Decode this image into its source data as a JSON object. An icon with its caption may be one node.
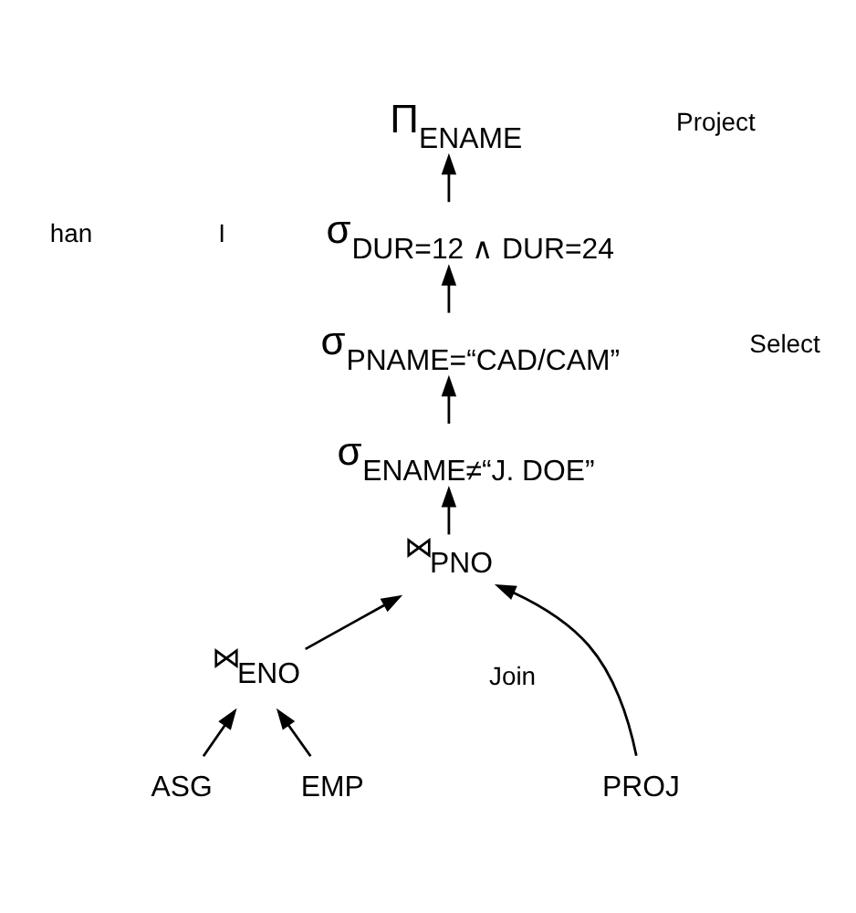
{
  "diagram": {
    "nodes": [
      {
        "text": [
          "Π$_{ENAME}$"
        ]
      },
      {
        "text": [
          "σ$_{DUR=12 ∧ DUR=24}$"
        ]
      },
      {
        "text": [
          "σ$_{PNAME=“CAD/CAM”}$"
        ]
      },
      {
        "text": [
          "σ$_{ENAME≠“J. DOE”}$"
        ]
      },
      {
        "text": [
          "$^{⋈}$PNO"
        ]
      },
      {
        "text": [
          "$^{⋈}$ENO"
        ]
      },
      {
        "text": [
          "PROJ"
        ]
      },
      {
        "text": [
          "ASG"
        ]
      },
      {
        "text": [
          "EMP"
        ]
      }
    ],
    "edges": [
      {
        "from": 1,
        "to": 0,
        "arrow": "to"
      },
      {
        "from": 2,
        "to": 1,
        "arrow": "to"
      },
      {
        "from": 3,
        "to": 2,
        "arrow": "to"
      },
      {
        "from": 4,
        "to": 3,
        "arrow": "to"
      },
      {
        "from": 6,
        "to": 4,
        "arrow": "to"
      },
      {
        "from": 5,
        "to": 4,
        "arrow": "to"
      },
      {
        "from": 7,
        "to": 5,
        "arrow": "to"
      },
      {
        "from": 8,
        "to": 5,
        "arrow": "to"
      }
    ],
    "labels": [
      "Project",
      "han",
      "I",
      "Select",
      "Join"
    ]
  }
}
